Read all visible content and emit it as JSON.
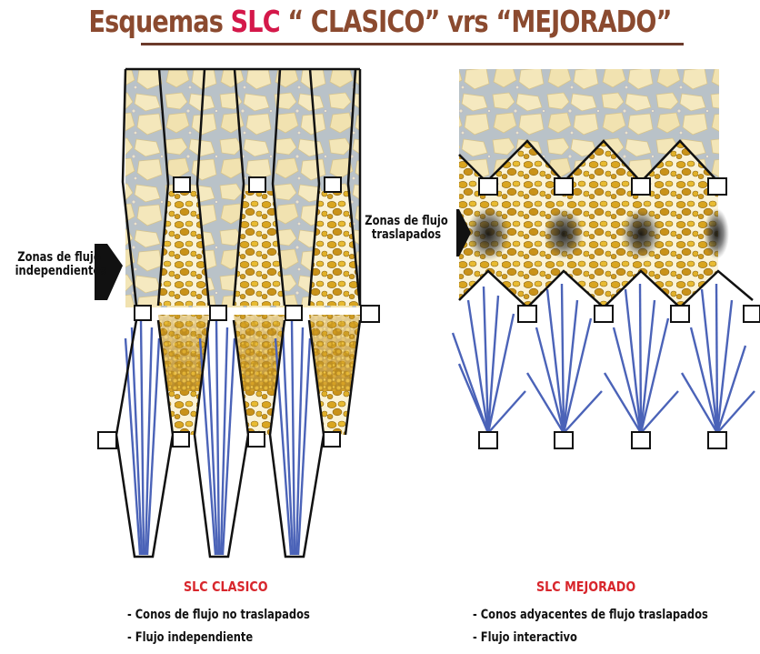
{
  "title": {
    "part1": "Esquemas ",
    "part2": "SLC",
    "part3": " “ CLASICO” vrs “MEJORADO”"
  },
  "left": {
    "zone_label_line1": "Zonas de flujo",
    "zone_label_line2": "independientes",
    "caption_title": "SLC CLASICO",
    "items": [
      "- Conos de flujo no traslapados",
      "- Flujo independiente"
    ]
  },
  "right": {
    "zone_label_line1": "Zonas de flujo",
    "zone_label_line2": "traslapados",
    "caption_title": "SLC MEJORADO",
    "items": [
      "- Conos adyacentes de flujo traslapados",
      "- Flujo interactivo"
    ]
  },
  "colors": {
    "title": "#8b4a2f",
    "title_accent": "#d4184a",
    "caption_title": "#d8262c",
    "rock": "#f3e6b8",
    "ore": "#d9a520",
    "flow_lines": "#4b63b8"
  }
}
